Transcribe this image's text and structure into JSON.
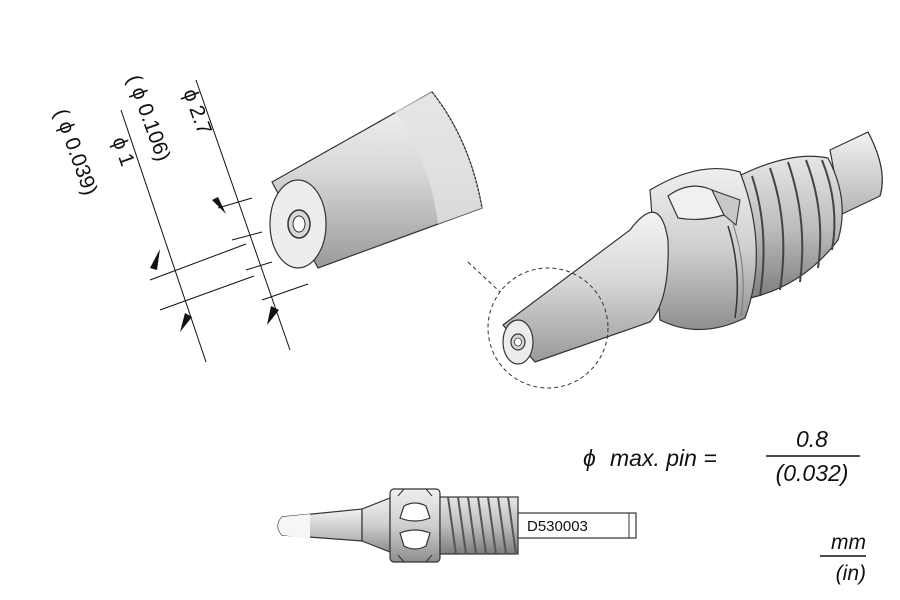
{
  "dimensions": {
    "outer_mm": "2.7",
    "outer_in": "0.106",
    "inner_mm": "1",
    "inner_in": "0.039",
    "diameter_symbol": "ϕ"
  },
  "max_pin": {
    "label": "max. pin =",
    "value_mm": "0.8",
    "value_in": "(0.032)"
  },
  "part_number": "D530003",
  "units": {
    "top": "mm",
    "bottom": "(in)"
  }
}
